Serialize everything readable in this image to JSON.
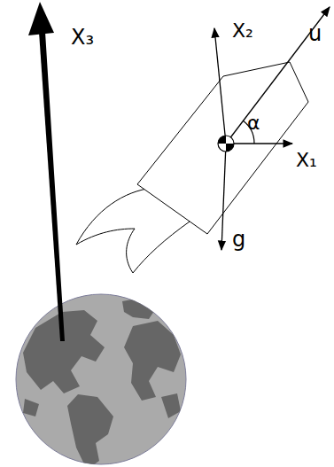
{
  "diagram": {
    "labels": [
      "X₃",
      "X₂",
      "u",
      "α",
      "X₁",
      "g"
    ]
  }
}
